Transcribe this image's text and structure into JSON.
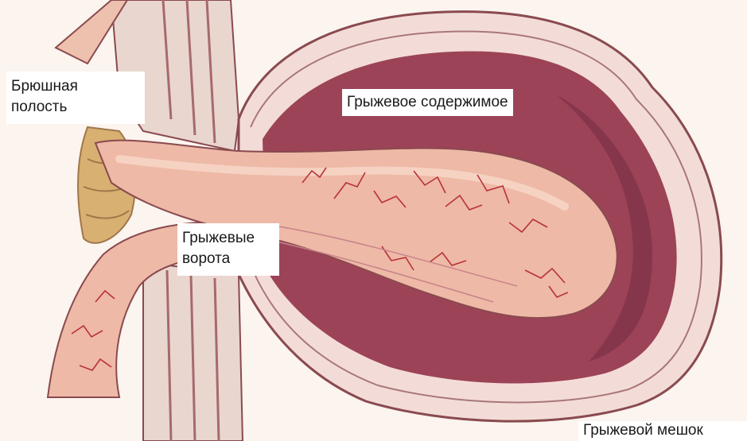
{
  "labels": {
    "abdominal_cavity": "Брюшная\nполость",
    "hernia_contents": "Грыжевое содержимое",
    "hernia_gate": "Грыжевые\nворота",
    "hernia_sac": "Грыжевой мешок"
  },
  "colors": {
    "background": "#fbf4ef",
    "sac_cavity": "#9c4358",
    "sac_wall": "#f3dcd8",
    "intestine": "#eeb9a6",
    "vessels": "#b8323a",
    "fat": "#d8b071",
    "wall_layers": "#e9d6cf",
    "outline": "#8a4a4f"
  }
}
